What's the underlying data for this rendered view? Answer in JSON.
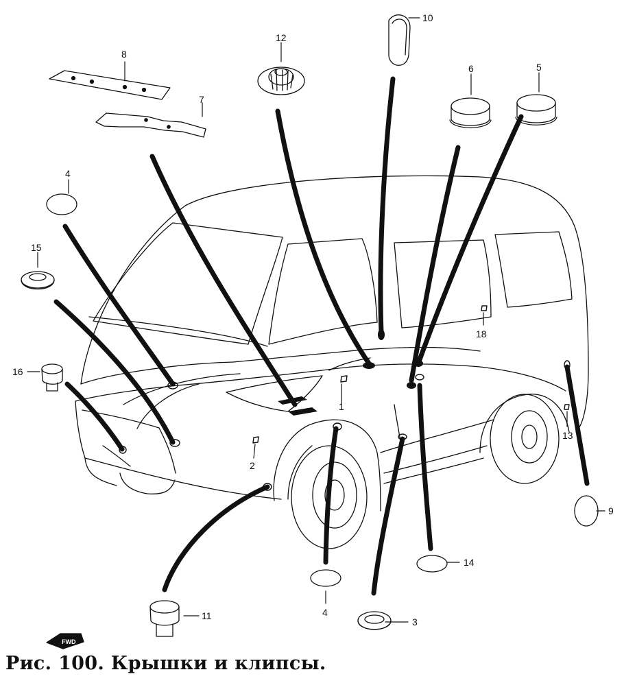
{
  "caption": "Рис. 100. Крышки и клипсы.",
  "fwd_label": "FWD",
  "callouts": {
    "n1": "1",
    "n2": "2",
    "n3": "3",
    "n4a": "4",
    "n4b": "4",
    "n5": "5",
    "n6": "6",
    "n7": "7",
    "n8": "8",
    "n9": "9",
    "n10": "10",
    "n11": "11",
    "n12": "12",
    "n13": "13",
    "n14": "14",
    "n15": "15",
    "n16": "16",
    "n18": "18"
  }
}
